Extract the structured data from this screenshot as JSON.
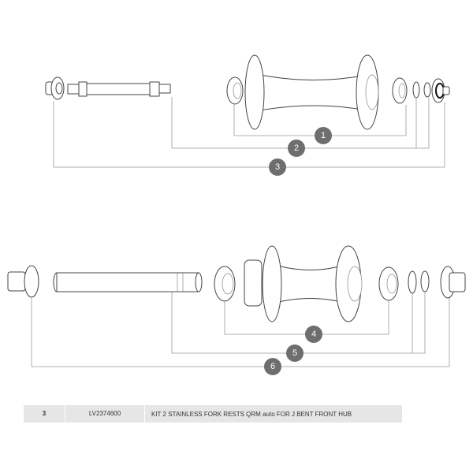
{
  "callouts": [
    "1",
    "2",
    "3",
    "4",
    "5",
    "6"
  ],
  "parts_table": {
    "rows": [
      {
        "number": "3",
        "code": "LV2374600",
        "description": "KIT 2 STAINLESS FORK RESTS QRM auto FOR J BENT FRONT HUB"
      }
    ]
  }
}
